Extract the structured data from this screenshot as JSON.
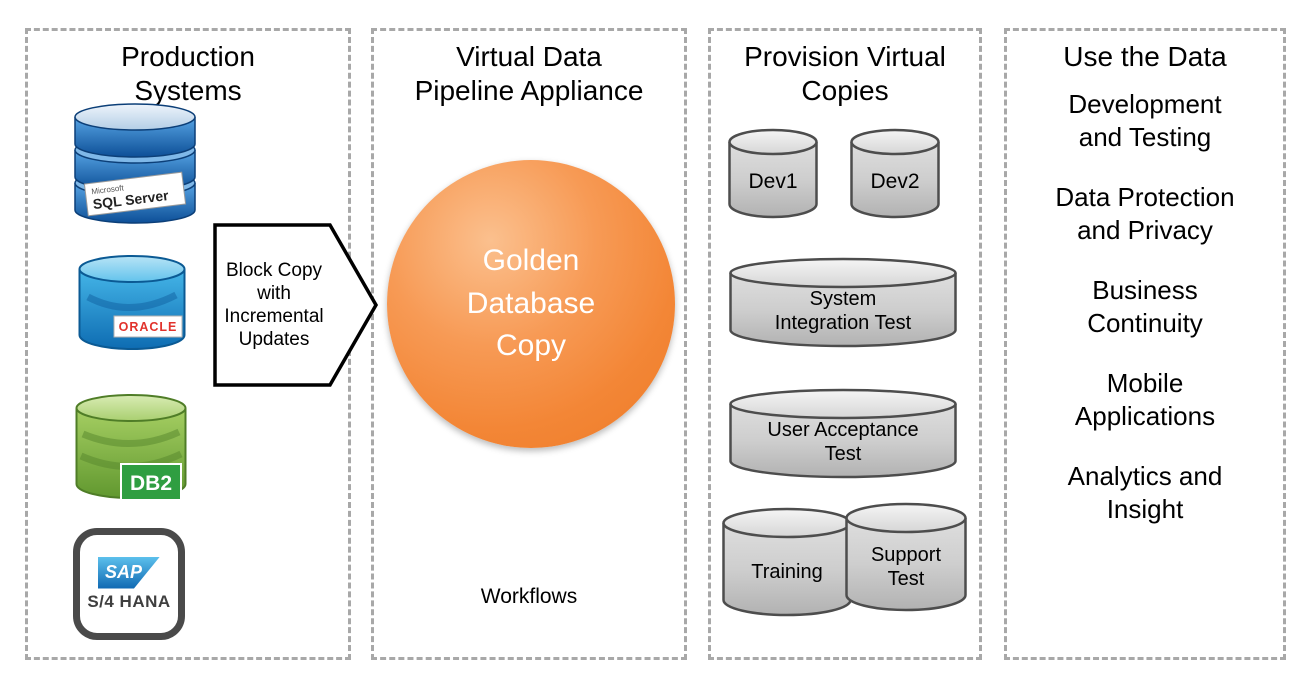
{
  "diagram": {
    "production": {
      "title": "Production\nSystems",
      "sql_server": {
        "brand": "Microsoft",
        "label": "SQL Server"
      },
      "oracle": {
        "label": "ORACLE"
      },
      "db2": {
        "label": "DB2"
      },
      "sap": {
        "logo": "SAP",
        "label": "S/4 HANA"
      }
    },
    "flow_arrow": {
      "label": "Block Copy\nwith\nIncremental\nUpdates"
    },
    "appliance": {
      "title": "Virtual Data\nPipeline Appliance",
      "golden_copy_label": "Golden\nDatabase\nCopy",
      "workflows_label": "Workflows"
    },
    "provision": {
      "title": "Provision Virtual\nCopies",
      "copies": [
        {
          "label": "Dev1"
        },
        {
          "label": "Dev2"
        },
        {
          "label": "System\nIntegration Test"
        },
        {
          "label": "User Acceptance\nTest"
        },
        {
          "label": "Training"
        },
        {
          "label": "Support\nTest"
        }
      ]
    },
    "use_data": {
      "title": "Use the Data",
      "items": [
        {
          "label": "Development\nand Testing"
        },
        {
          "label": "Data Protection\nand Privacy"
        },
        {
          "label": "Business\nContinuity"
        },
        {
          "label": "Mobile\nApplications"
        },
        {
          "label": "Analytics and\nInsight"
        }
      ]
    },
    "colors": {
      "golden_copy_orange": "#F38636",
      "cylinder_gray": "#CFCFCF",
      "dashed_border": "#A8A8A8"
    }
  }
}
